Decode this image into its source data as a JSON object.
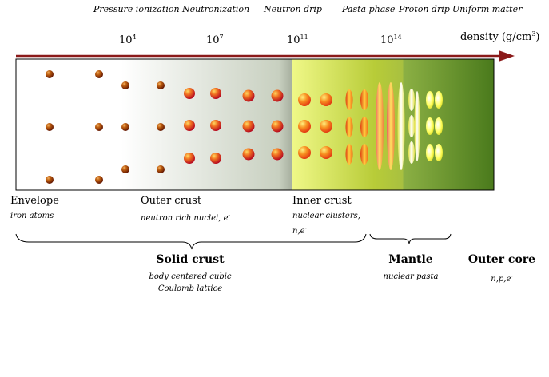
{
  "phases": [
    "Pressure ionization",
    "Neutronization",
    "Neutron drip",
    "Pasta phase",
    "Proton drip",
    "Uniform matter"
  ],
  "density_ticks": [
    {
      "base": "10",
      "exp": "4"
    },
    {
      "base": "10",
      "exp": "7"
    },
    {
      "base": "10",
      "exp": "11"
    },
    {
      "base": "10",
      "exp": "14"
    }
  ],
  "density_label": {
    "text": "density (g/cm",
    "exp": "3",
    "close": ")"
  },
  "regions": {
    "envelope": {
      "title": "Envelope",
      "desc": "iron atoms"
    },
    "outer_crust": {
      "title": "Outer crust",
      "desc": "neutron rich nuclei, e",
      "desc_sup": "-"
    },
    "inner_crust": {
      "title": "Inner crust",
      "desc_line1": "nuclear clusters,",
      "desc_line2": "n,e",
      "desc_sup": "-"
    }
  },
  "groups": {
    "solid_crust": {
      "title": "Solid crust",
      "line1": "body centered cubic",
      "line2": "Coulomb lattice"
    },
    "mantle": {
      "title": "Mantle",
      "desc": "nuclear pasta"
    },
    "outer_core": {
      "title": "Outer core",
      "desc": "n,p,e",
      "desc_sup": "-"
    }
  },
  "colors": {
    "arrow": "#8b1a1a",
    "core_green": "#4f7d1f",
    "inner_yellow": "#e8f070"
  }
}
